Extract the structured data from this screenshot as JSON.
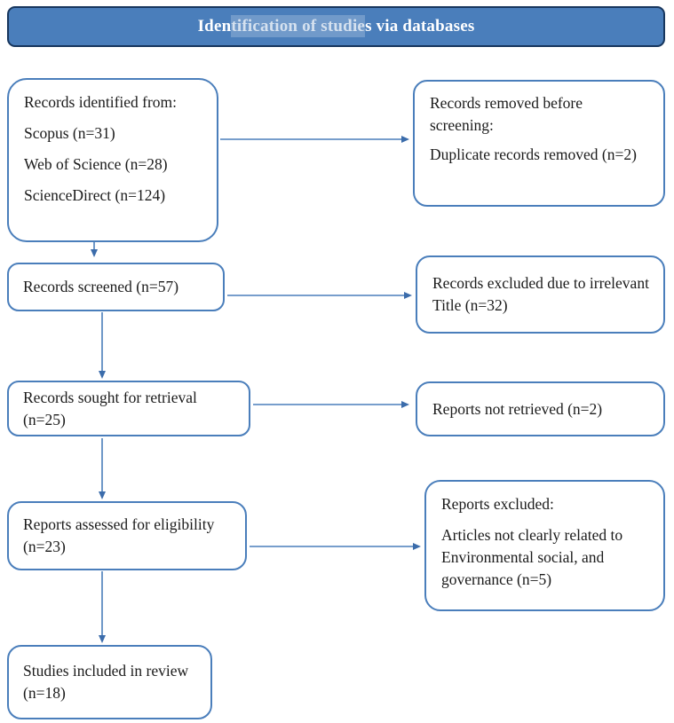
{
  "header": {
    "title_prefix": "Iden",
    "title_highlight": "tification of studie",
    "title_suffix": "s via databases",
    "full_title": "Identification of studies via databases"
  },
  "colors": {
    "header_fill": "#4a7ebb",
    "header_border": "#17365d",
    "box_border": "#4a7ebb",
    "arrow": "#4a7ebb",
    "arrowhead": "#3b6cab",
    "text": "#1b1b1b",
    "header_text": "#ffffff"
  },
  "boxes": {
    "records_identified": {
      "lines": {
        "intro": "Records identified from:",
        "source1": "Scopus (n=31)",
        "source2": "Web of Science (n=28)",
        "source3": "ScienceDirect (n=124)"
      }
    },
    "records_removed": {
      "lines": {
        "intro": "Records removed before screening:",
        "detail": "Duplicate records removed (n=2)"
      }
    },
    "records_screened": {
      "label": "Records screened (n=57)"
    },
    "records_excluded": {
      "label": "Records excluded due to irrelevant Title (n=32)"
    },
    "records_sought": {
      "label": "Records sought for retrieval (n=25)"
    },
    "reports_not_retrieved": {
      "label": "Reports not retrieved (n=2)"
    },
    "reports_assessed": {
      "label": "Reports assessed for eligibility (n=23)"
    },
    "reports_excluded": {
      "lines": {
        "intro": "Reports excluded:",
        "detail": "Articles not clearly related to Environmental social, and governance (n=5)"
      }
    },
    "studies_included": {
      "label": "Studies included in review (n=18)"
    }
  }
}
